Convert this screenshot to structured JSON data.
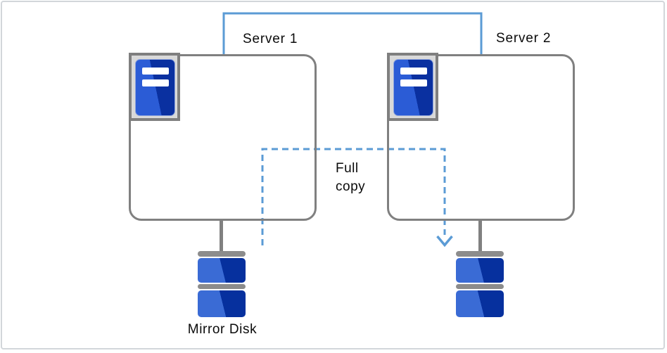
{
  "colors": {
    "accent-blue": "#5B9BD5",
    "box-border": "#808080",
    "canvas-border": "#D2D6DA",
    "icon-frame-fill": "#D9D9D9",
    "icon-frame-border": "#7F7F7F",
    "tower-blue-light": "#2B5CD6",
    "tower-blue-dark": "#0A30A0",
    "disk-blue-light": "#3A6BD5",
    "disk-blue-dark": "#06309E",
    "disk-gray": "#8C8C8C",
    "text": "#0A0A0A"
  },
  "nodes": {
    "server1": {
      "label": "Server 1",
      "icon": "server-tower-icon"
    },
    "server2": {
      "label": "Server 2",
      "icon": "server-tower-icon"
    },
    "mirror_disk": {
      "label": "Mirror Disk",
      "icon": "disk-stack-icon"
    },
    "server2_disk": {
      "label": "",
      "icon": "disk-stack-icon"
    }
  },
  "connections": {
    "interconnect": {
      "type": "solid-line",
      "color": "#5B9BD5",
      "from": "Server 1",
      "to": "Server 2"
    },
    "full_copy": {
      "label": "Full copy",
      "type": "dashed-arrow",
      "color": "#5B9BD5",
      "from": "Mirror Disk",
      "to": "Server 2 disk"
    }
  }
}
